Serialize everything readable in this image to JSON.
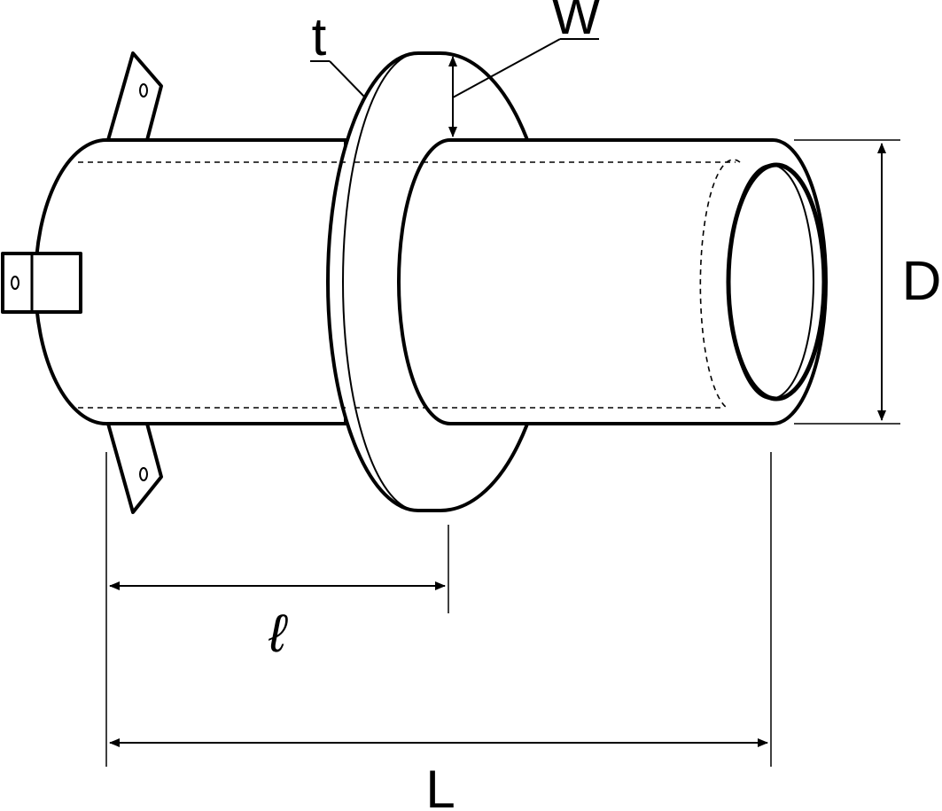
{
  "diagram": {
    "labels": {
      "thickness": "t",
      "width": "W",
      "diameter": "D",
      "flange_distance": "ℓ",
      "length": "L"
    },
    "colors": {
      "line": "#000000",
      "fill": "#ffffff"
    }
  }
}
